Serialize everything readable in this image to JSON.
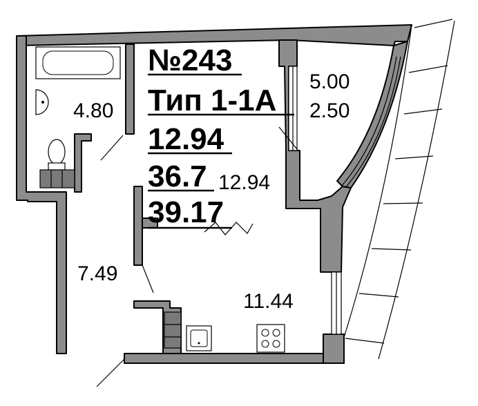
{
  "header": {
    "apartment_number": "№243",
    "type_label": "Тип 1-1А",
    "living_area": "12.94",
    "total_area": "36.7",
    "total_area_with_balcony": "39.17"
  },
  "rooms": {
    "bathroom": "4.80",
    "hall": "7.49",
    "living_room": "12.94",
    "kitchen": "11.44",
    "balcony_full": "5.00",
    "balcony_reduced": "2.50"
  },
  "colors": {
    "wall": "#8c8c8c",
    "line": "#000000",
    "background": "#ffffff"
  }
}
